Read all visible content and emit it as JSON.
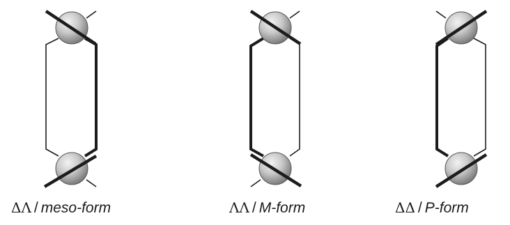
{
  "panels": [
    {
      "prefix": "ΔΛ",
      "separator": "/",
      "form": "meso-form",
      "colors": {
        "sphere_light": "#ececec",
        "sphere_dark": "#6e6e6e",
        "bond_thick": "#1c1c1c",
        "frame_thin": "#1c1c1c"
      }
    },
    {
      "prefix": "ΛΛ",
      "separator": "/",
      "form": "M-form",
      "colors": {
        "sphere_light": "#ececec",
        "sphere_dark": "#6e6e6e",
        "bond_thick": "#1c1c1c",
        "frame_thin": "#1c1c1c"
      }
    },
    {
      "prefix": "ΔΔ",
      "separator": "/",
      "form": "P-form",
      "colors": {
        "sphere_light": "#ececec",
        "sphere_dark": "#6e6e6e",
        "bond_thick": "#1c1c1c",
        "frame_thin": "#1c1c1c"
      }
    }
  ]
}
